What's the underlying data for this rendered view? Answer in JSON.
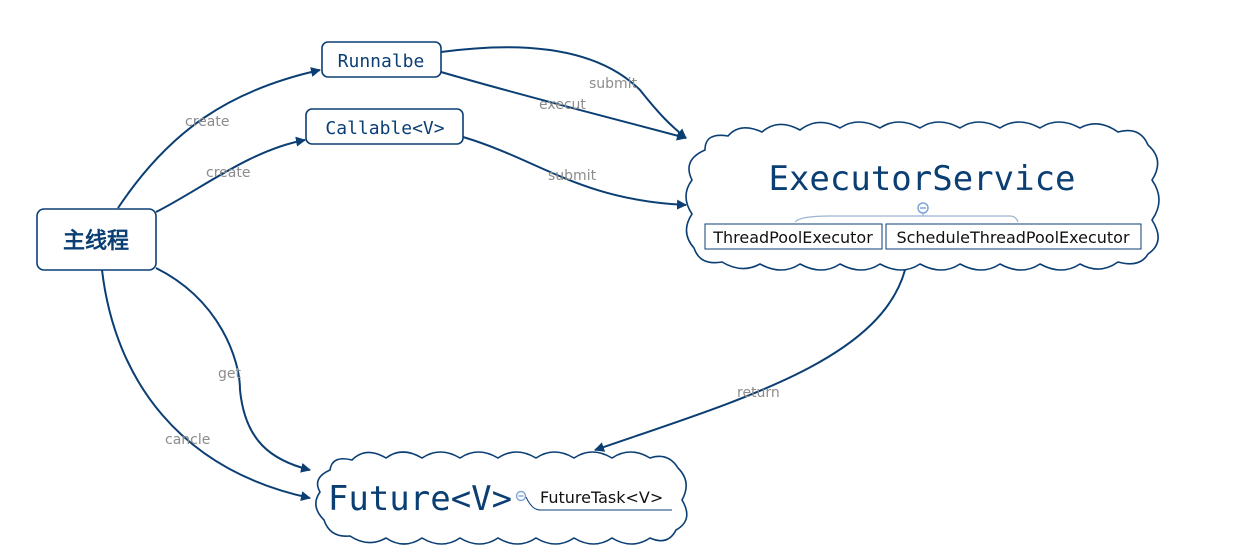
{
  "nodes": {
    "main_thread": "主线程",
    "runnable": "Runnalbe",
    "callable": "Callable<V>",
    "executor_service": "ExecutorService",
    "thread_pool_executor": "ThreadPoolExecutor",
    "schedule_thread_pool_executor": "ScheduleThreadPoolExecutor",
    "future": "Future<V>",
    "future_task": "FutureTask<V>"
  },
  "edges": {
    "create_runnable": "create",
    "create_callable": "create",
    "submit_runnable": "submit",
    "execut_runnable": "execut",
    "submit_callable": "submit",
    "return": "return",
    "get": "get",
    "cancle": "cancle"
  },
  "colors": {
    "accent": "#0b3f74",
    "label": "#8c8c8c",
    "collapse_marker": "#7fa4d6"
  }
}
